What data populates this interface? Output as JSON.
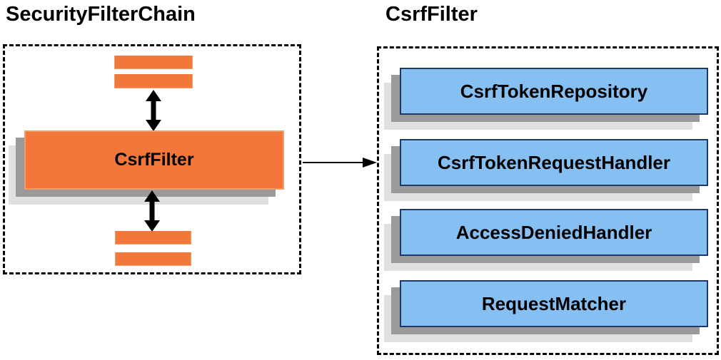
{
  "diagram": {
    "left": {
      "title": "SecurityFilterChain",
      "csrf_filter_label": "CsrfFilter"
    },
    "right": {
      "title": "CsrfFilter",
      "components": [
        {
          "label": "CsrfTokenRepository"
        },
        {
          "label": "CsrfTokenRequestHandler"
        },
        {
          "label": "AccessDeniedHandler"
        },
        {
          "label": "RequestMatcher"
        }
      ]
    },
    "colors": {
      "orange_fill": "#F2773A",
      "blue_fill": "#86BFF2",
      "blue_border": "#1F3864",
      "shadow_dark": "#9A9A9A",
      "shadow_light": "#E0E0E0",
      "line_black": "#000000"
    }
  }
}
